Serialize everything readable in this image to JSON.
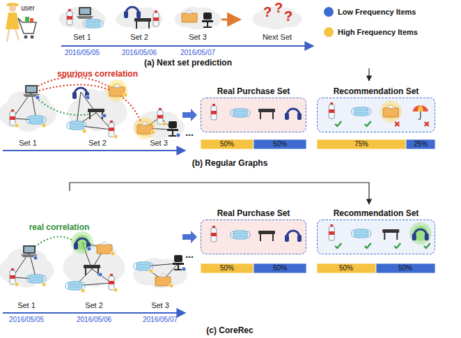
{
  "diagram": {
    "nodes": [
      {
        "text": [
          "Real Purchase Set"
        ]
      },
      {
        "text": [
          "Recommendation Set"
        ]
      },
      {
        "text": [
          "Real Purchase Set"
        ]
      },
      {
        "text": [
          "Recommendation Set"
        ]
      }
    ],
    "labels": [
      "user",
      "Set 1",
      "Set 2",
      "Set 3",
      "Next Set",
      "2016/05/05",
      "2016/05/06",
      "2016/05/07",
      "?",
      "?",
      "?",
      "(a) Next set prediction",
      "spurious correlation",
      "Set 1",
      "Set 2",
      "Set 3",
      "...",
      "50%",
      "50%",
      "75%",
      "25%",
      "(b) Regular Graphs",
      "real correlation",
      "Set 1",
      "Set 2",
      "Set 3",
      "2016/05/05",
      "2016/05/06",
      "2016/05/07",
      "...",
      "50%",
      "50%",
      "50%",
      "50%",
      "(c) CoreRec"
    ],
    "legend": [
      {
        "text": "Low Frequency Items",
        "color": "#3d6bd0"
      },
      {
        "text": "High Frequency Items",
        "color": "#f5c242"
      }
    ]
  }
}
